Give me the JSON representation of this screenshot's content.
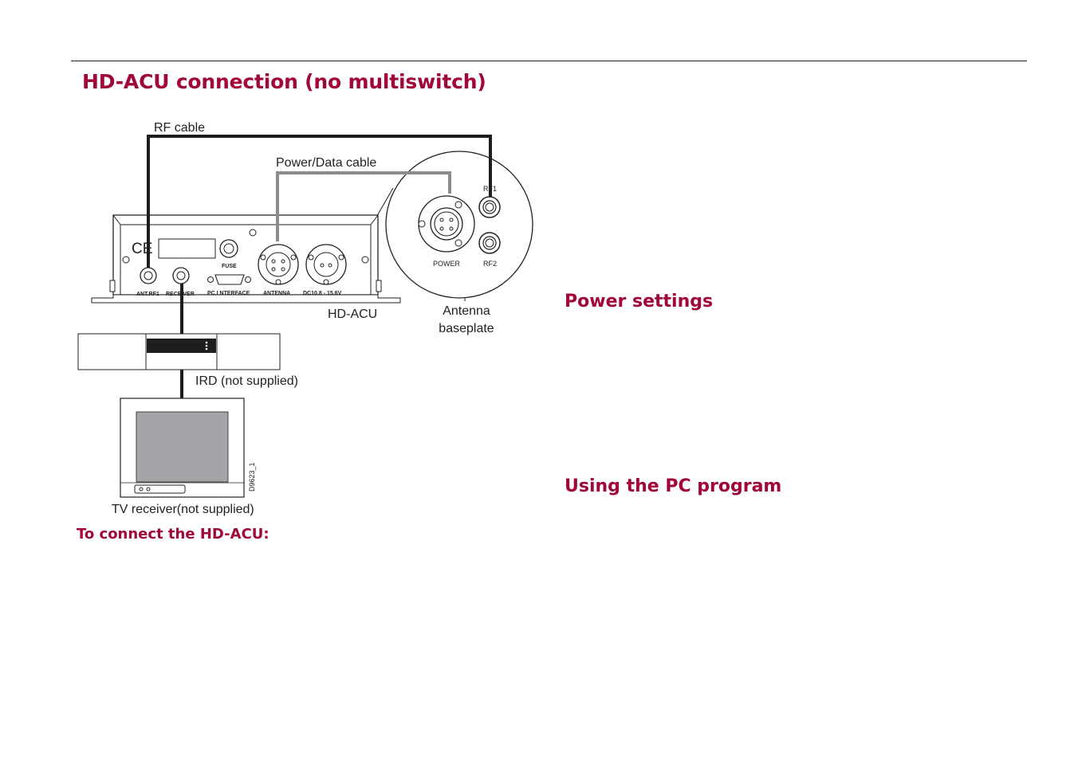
{
  "heading": "HD-ACU connection (no multiswitch)",
  "sections": {
    "power_settings": "Power settings",
    "pc_program": "Using the PC program",
    "connect": "To connect the HD-ACU:"
  },
  "diagram": {
    "rf_cable": "RF cable",
    "power_data_cable": "Power/Data cable",
    "rf1": "RF1",
    "rf2": "RF2",
    "power": "POWER",
    "ce_mark": "CE",
    "fuse": "FUSE",
    "ant_rf1": "ANT.RF1",
    "receiver": "RECEIVER",
    "pc_interface": "PC I NTERFACE",
    "antenna_port": "ANTENNA",
    "dc_range": "DC10.8  -  15.6V",
    "hd_acu": "HD-ACU",
    "antenna_line1": "Antenna",
    "antenna_line2": "baseplate",
    "ird": "IRD (not supplied)",
    "tv": "TV receiver(not supplied)",
    "figure_id": "D9623_1"
  },
  "colors": {
    "accent": "#a0063c",
    "cable_dark": "#1e1e1e",
    "cable_grey": "#8c8c8c",
    "screen": "#a3a5a8"
  }
}
